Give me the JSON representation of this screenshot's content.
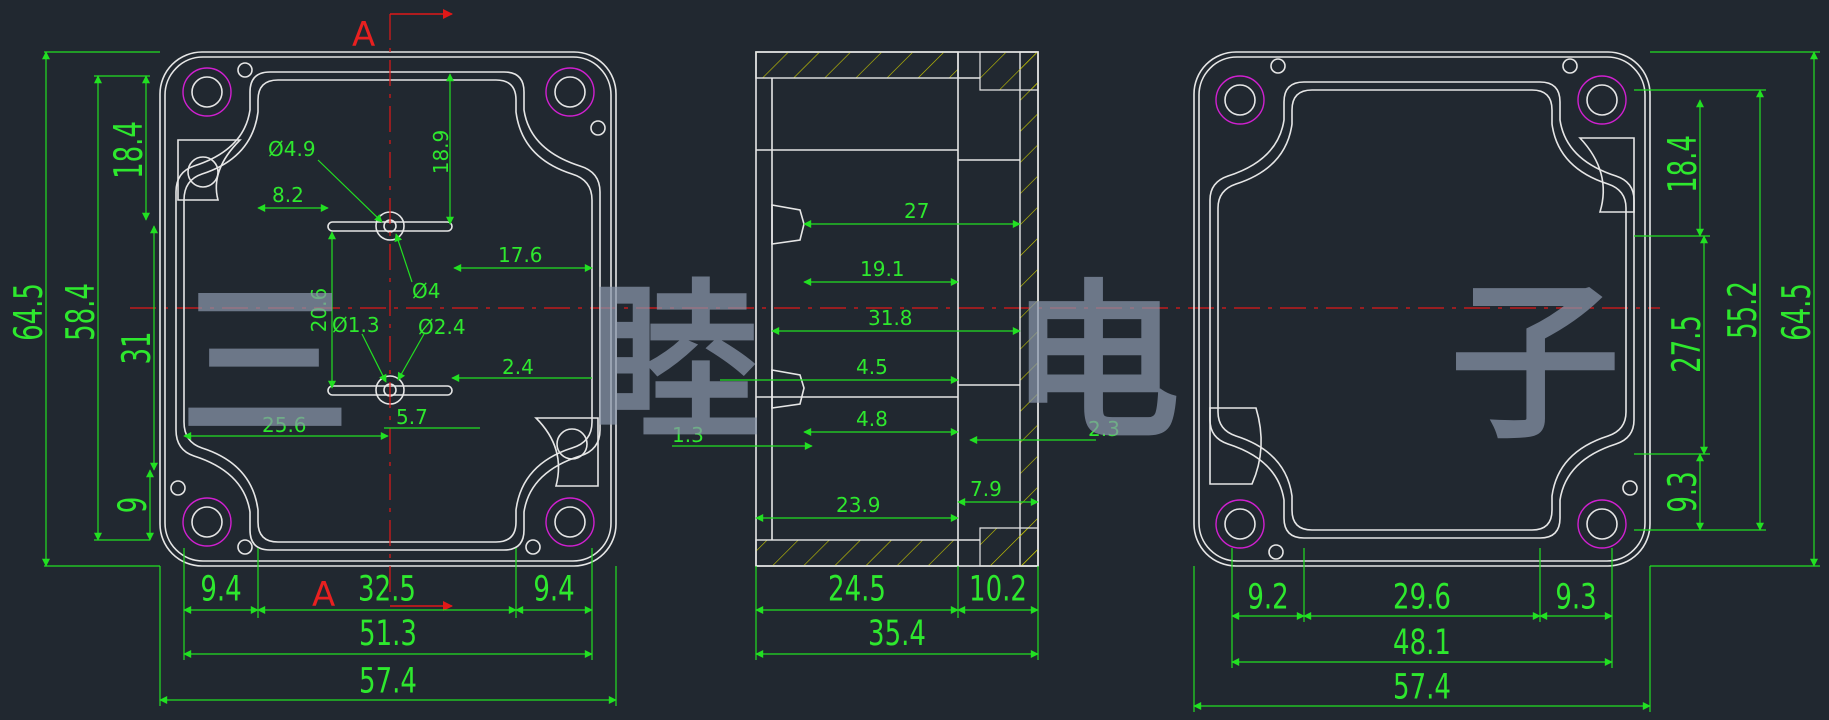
{
  "section_marks": {
    "top": "A",
    "bottom": "A"
  },
  "watermark": [
    "三",
    "睦",
    "电",
    "子"
  ],
  "front_view": {
    "dims": {
      "h_total": "64.5",
      "h_inner": "58.4",
      "h_top": "18.4",
      "h_mid": "31",
      "h_bot": "9",
      "hole_d1": "Ø4.9",
      "off_8_2": "8.2",
      "off_18_9": "18.9",
      "off_17_6": "17.6",
      "hole_d2": "Ø4",
      "off_20_6": "20.6",
      "hole_d3": "Ø1.3",
      "hole_d4": "Ø2.4",
      "off_2_4": "2.4",
      "off_25_6": "25.6",
      "off_5_7": "5.7",
      "w_9_4_l": "9.4",
      "w_32_5": "32.5",
      "w_9_4_r": "9.4",
      "w_51_3": "51.3",
      "w_57_4": "57.4"
    }
  },
  "section_view": {
    "dims": {
      "d27": "27",
      "d19_1": "19.1",
      "d31_8": "31.8",
      "d4_5": "4.5",
      "d4_8": "4.8",
      "d1_3": "1.3",
      "d2_3": "2.3",
      "d7_9": "7.9",
      "d23_9": "23.9",
      "d24_5": "24.5",
      "d10_2": "10.2",
      "d35_4": "35.4"
    }
  },
  "back_view": {
    "dims": {
      "h18_4": "18.4",
      "h27_5": "27.5",
      "h55_2": "55.2",
      "h64_5": "64.5",
      "h9_3": "9.3",
      "w9_2": "9.2",
      "w29_6": "29.6",
      "w9_3": "9.3",
      "w48_1": "48.1",
      "w57_4": "57.4"
    }
  }
}
